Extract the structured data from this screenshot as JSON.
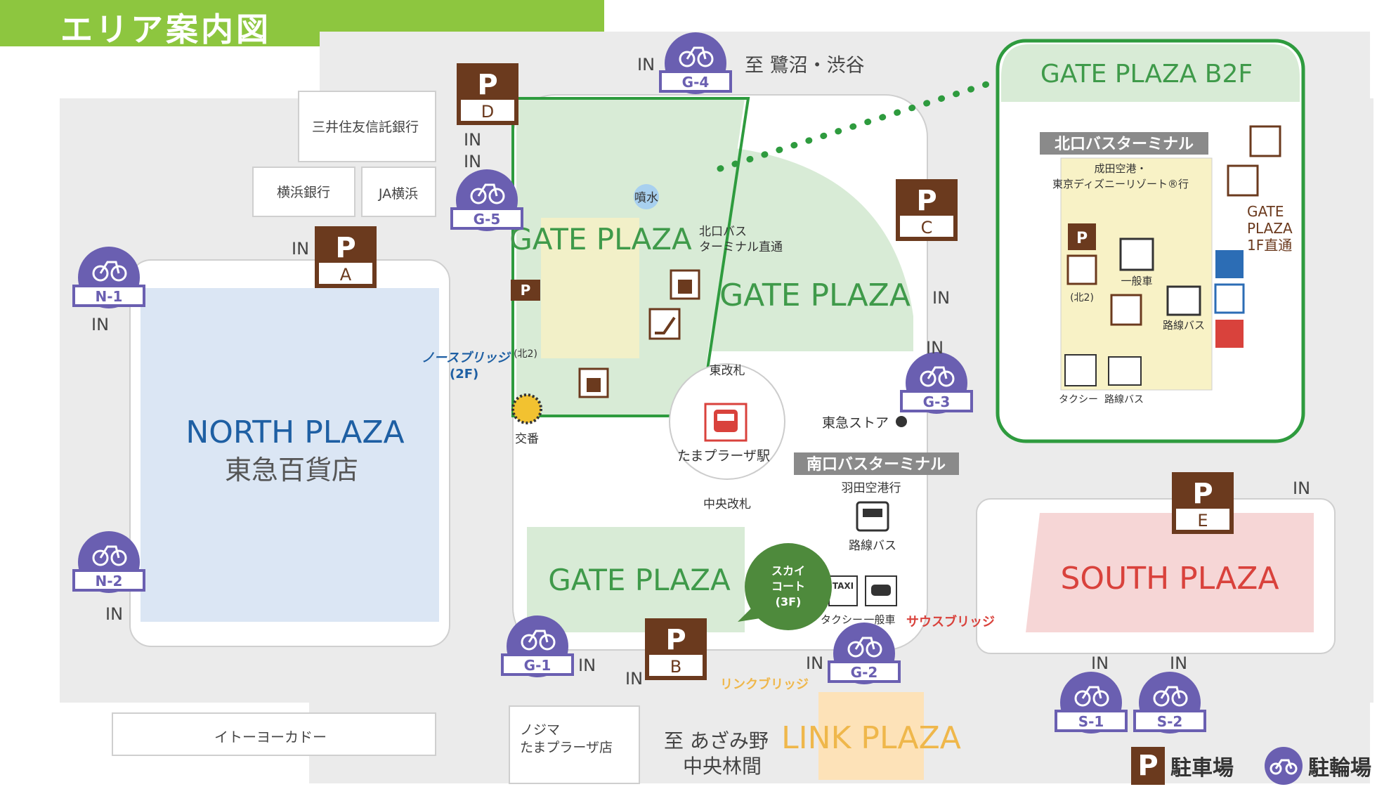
{
  "header": {
    "title": "エリア案内図"
  },
  "colors": {
    "accent": "#8dc63f",
    "gate_plaza_fill": "#d8ebd6",
    "gate_plaza_text": "#3f9a4a",
    "north_plaza_fill": "#dbe6f4",
    "north_plaza_text": "#1e5fa3",
    "south_plaza_fill": "#f6d6d6",
    "south_plaza_text": "#d9423c",
    "link_plaza_fill": "#fde2b8",
    "link_plaza_text": "#efb74b",
    "parking": "#6b3a1e",
    "bicycle": "#6a5fb1",
    "inset_border": "#2e9b3e"
  },
  "plazas": {
    "north_name": "NORTH PLAZA",
    "north_store": "東急百貨店",
    "gate_1": "GATE PLAZA",
    "gate_2": "GATE PLAZA",
    "gate_3": "GATE PLAZA",
    "south": "SOUTH PLAZA",
    "link": "LINK PLAZA"
  },
  "buildings": {
    "mitsui": "三井住友信託銀行",
    "yokohama": "横浜銀行",
    "ja": "JA横浜",
    "ito_yokado": "イトーヨーカドー",
    "nojima_1": "ノジマ",
    "nojima_2": "たまプラーザ店"
  },
  "directions": {
    "north": "至 鷺沼・渋谷",
    "south_1": "至 あざみ野",
    "south_2": "中央林間"
  },
  "parking": [
    {
      "letter": "P",
      "label": "A"
    },
    {
      "letter": "P",
      "label": "B"
    },
    {
      "letter": "P",
      "label": "C"
    },
    {
      "letter": "P",
      "label": "D"
    },
    {
      "letter": "P",
      "label": "E"
    }
  ],
  "bicycle_parking": [
    "N-1",
    "N-2",
    "G-1",
    "G-2",
    "G-3",
    "G-4",
    "G-5",
    "S-1",
    "S-2"
  ],
  "in_label": "IN",
  "station": {
    "name": "たまプラーザ駅",
    "east_gate": "東改札",
    "central_gate": "中央改札",
    "fountain": "噴水",
    "koban": "交番",
    "tokyu_store": "東急ストア"
  },
  "bridges": {
    "north": "ノースブリッジ",
    "north_floor": "(2F)",
    "south": "サウスブリッジ",
    "link": "リンクブリッジ"
  },
  "bus": {
    "north_terminal_direct_1": "北口バス",
    "north_terminal_direct_2": "ターミナル直通",
    "south_terminal": "南口バスターミナル",
    "haneda": "羽田空港行",
    "route_bus": "路線バス",
    "taxi": "タクシー",
    "general_car": "一般車"
  },
  "labels": {
    "kita2": "(北2)",
    "taxi_sign": "TAXI"
  },
  "sky_court": {
    "line1": "スカイ",
    "line2": "コート",
    "line3": "(3F)"
  },
  "inset": {
    "title": "GATE PLAZA B2F",
    "terminal": "北口バスターミナル",
    "dest_1": "成田空港・",
    "dest_2": "東京ディズニーリゾート®行",
    "gate_direct_1": "GATE",
    "gate_direct_2": "PLAZA",
    "gate_direct_3": "1F直通",
    "general_car": "一般車",
    "route_bus": "路線バス",
    "taxi": "タクシー",
    "route_bus_2": "路線バス",
    "kita2": "(北2)"
  },
  "legend": {
    "parking_label": "駐車場",
    "bicycle_label": "駐輪場"
  },
  "icons": [
    "parking-icon",
    "bicycle-icon",
    "elevator-icon",
    "escalator-icon",
    "train-icon",
    "bus-icon",
    "car-icon",
    "taxi-icon",
    "police-box-icon",
    "men-restroom-icon",
    "women-restroom-icon",
    "accessible-restroom-icon",
    "fountain-icon"
  ]
}
